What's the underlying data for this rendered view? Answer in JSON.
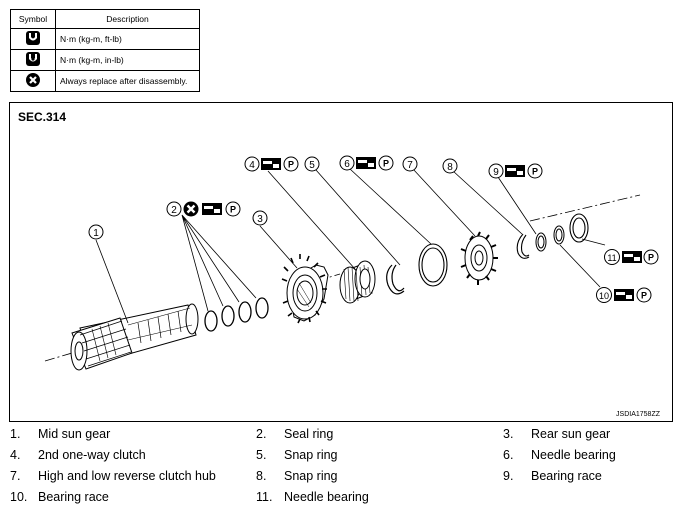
{
  "legend": {
    "headers": {
      "symbol": "Symbol",
      "description": "Description"
    },
    "rows": [
      {
        "icon": "torque-wrench-icon",
        "description": "N·m (kg-m, ft-lb)"
      },
      {
        "icon": "torque-wrench-small-icon",
        "description": "N·m (kg-m, in-lb)"
      },
      {
        "icon": "always-replace-icon",
        "description": "Always replace after disassembly."
      }
    ]
  },
  "diagram": {
    "section": "SEC.314",
    "code": "JSDIA1758ZZ",
    "callouts": [
      "1",
      "2",
      "3",
      "4",
      "5",
      "6",
      "7",
      "8",
      "9",
      "10",
      "11"
    ],
    "apply_symbol_label": "P"
  },
  "parts": [
    {
      "num": "1.",
      "name": "Mid sun gear"
    },
    {
      "num": "2.",
      "name": "Seal ring"
    },
    {
      "num": "3.",
      "name": "Rear sun gear"
    },
    {
      "num": "4.",
      "name": "2nd one-way clutch"
    },
    {
      "num": "5.",
      "name": "Snap ring"
    },
    {
      "num": "6.",
      "name": "Needle bearing"
    },
    {
      "num": "7.",
      "name": "High and low reverse clutch hub"
    },
    {
      "num": "8.",
      "name": "Snap ring"
    },
    {
      "num": "9.",
      "name": "Bearing race"
    },
    {
      "num": "10.",
      "name": "Bearing race"
    },
    {
      "num": "11.",
      "name": "Needle bearing"
    }
  ]
}
